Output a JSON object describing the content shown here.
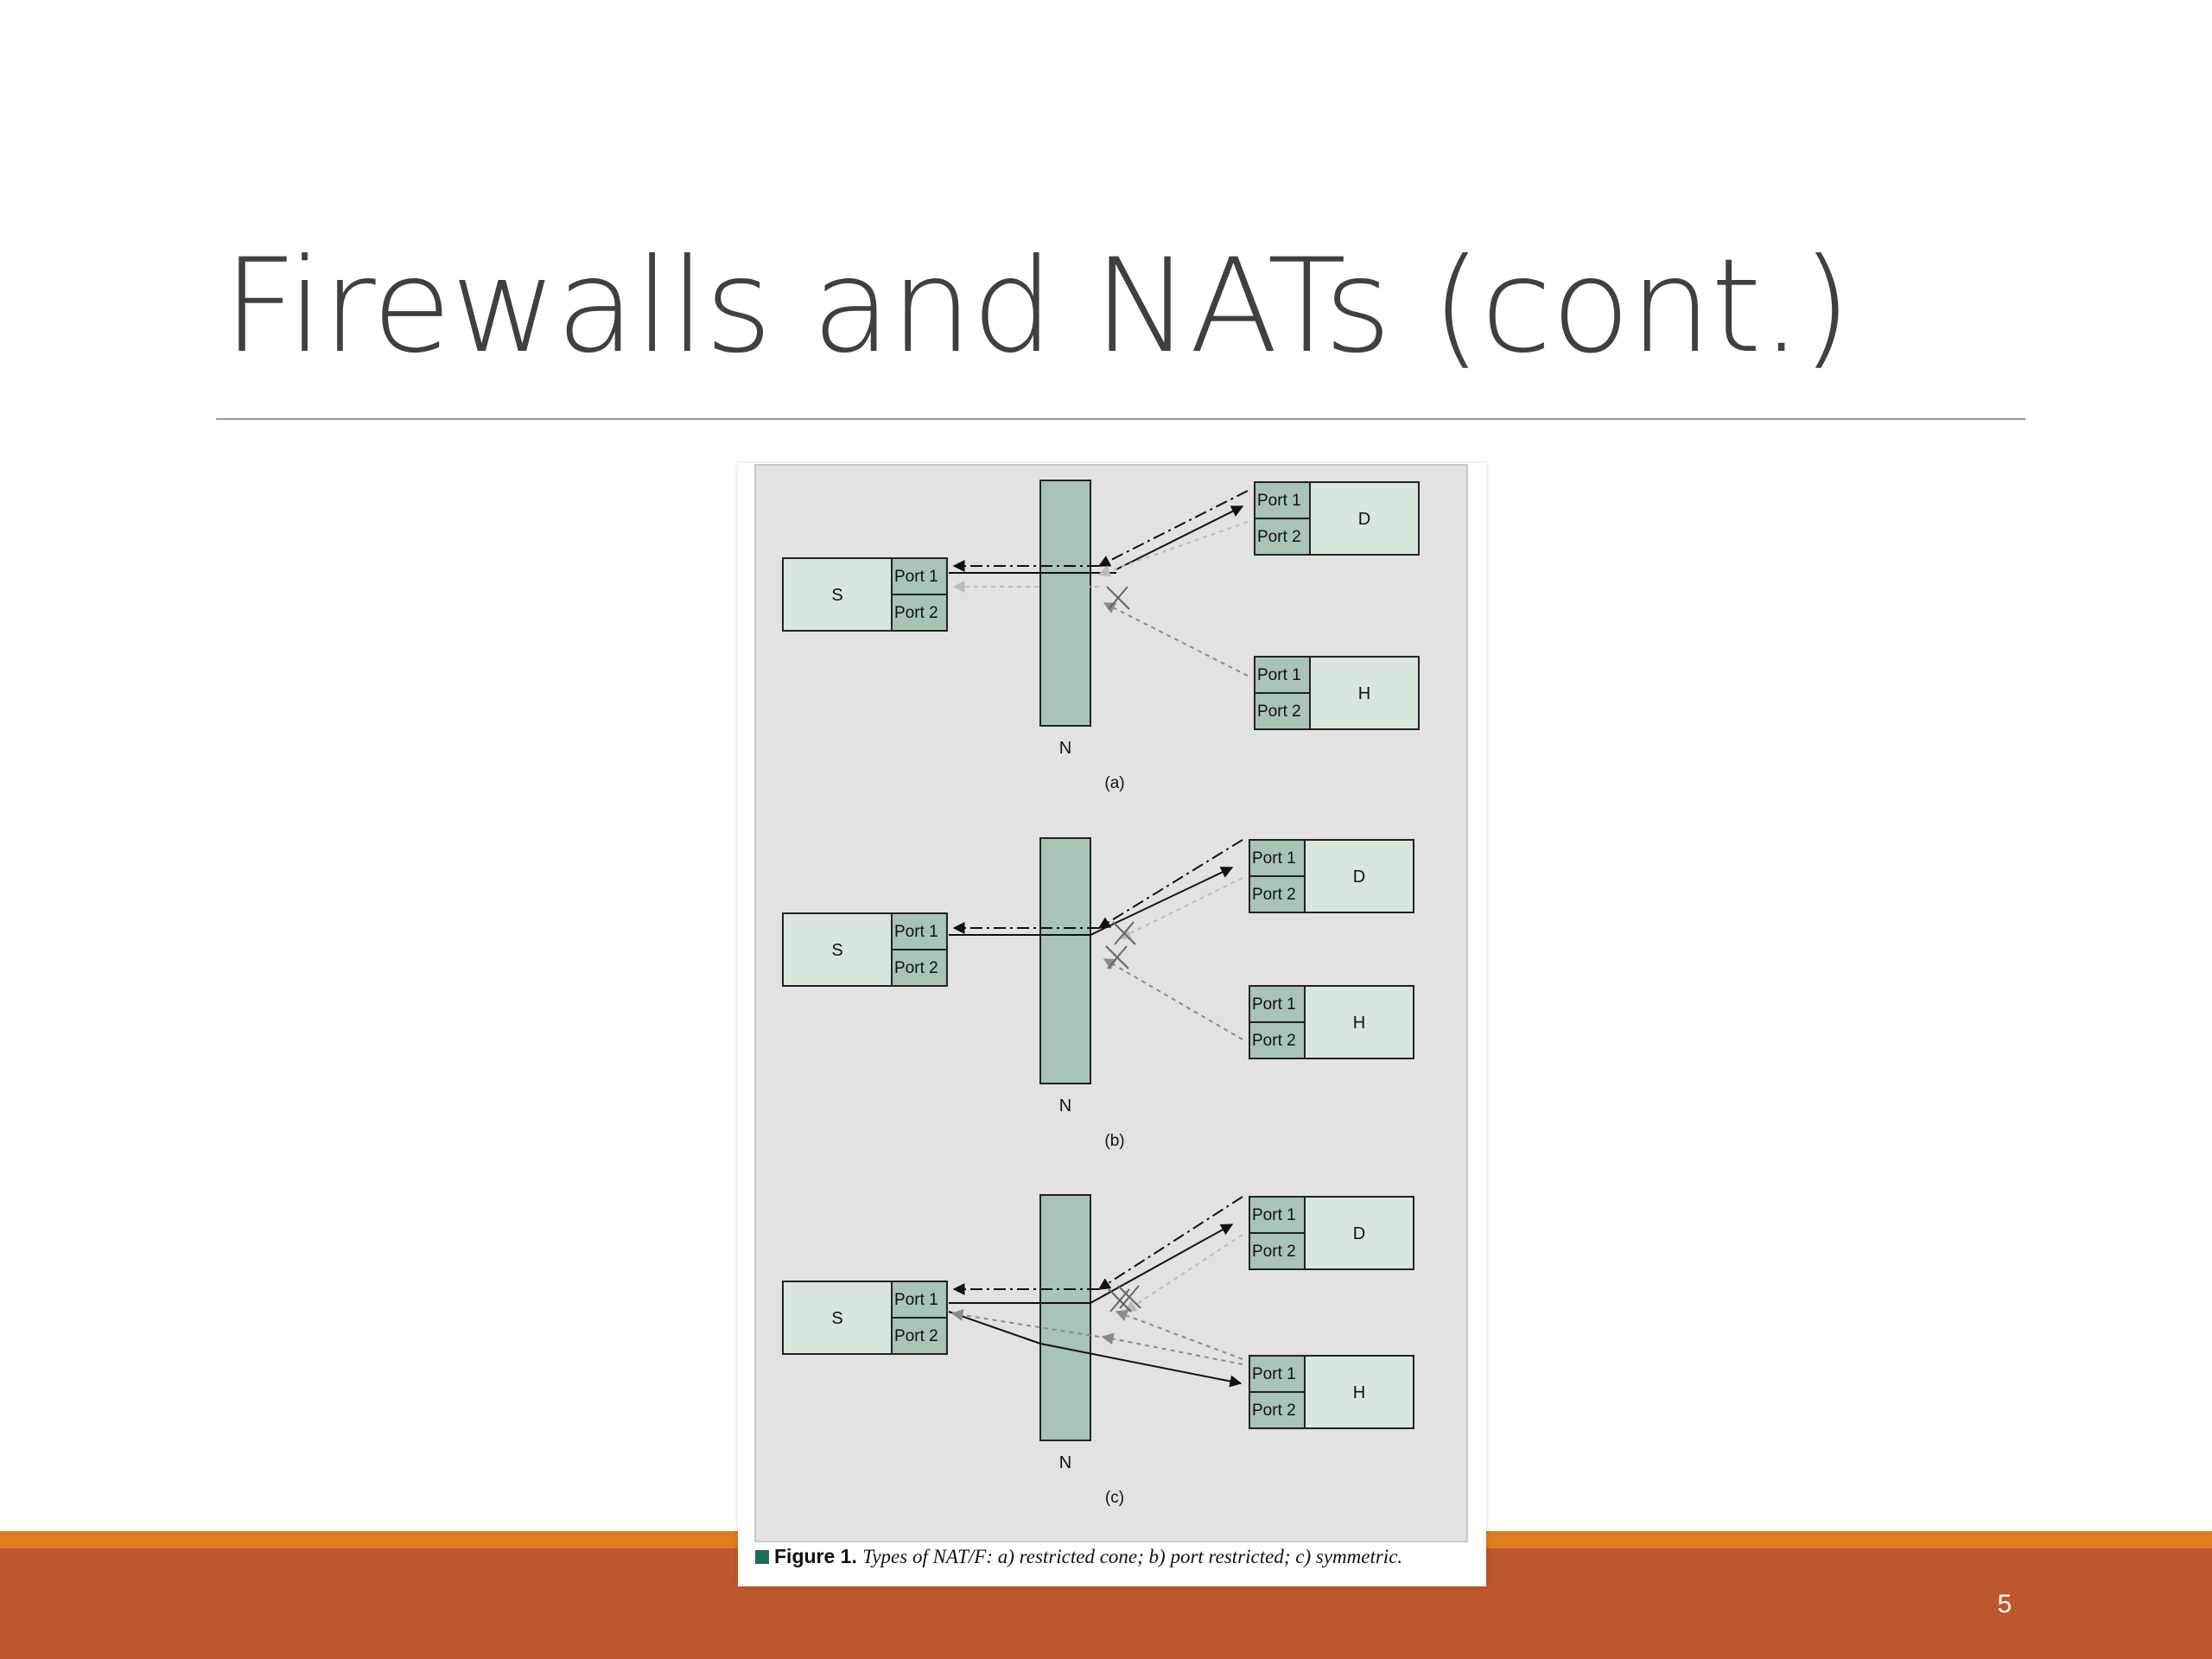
{
  "slide": {
    "title": "Firewalls and NATs (cont.)",
    "number": "5"
  },
  "colors": {
    "accent_band": "#bd582c",
    "accent_stripe": "#e07b22",
    "box_fill": "#d8e6dc",
    "port_fill": "#a8c4b4",
    "nat_fill": "#a8c4b4",
    "figure_bg": "#e2e2e2"
  },
  "figure": {
    "caption_label": "Figure 1.",
    "caption_text": "Types of NAT/F: a) restricted cone; b) port restricted; c) symmetric.",
    "panels": [
      {
        "id": "a",
        "sublabel": "(a)",
        "source": "S",
        "nat": "N",
        "dest": "D",
        "host": "H",
        "ports": [
          "Port 1",
          "Port 2"
        ]
      },
      {
        "id": "b",
        "sublabel": "(b)",
        "source": "S",
        "nat": "N",
        "dest": "D",
        "host": "H",
        "ports": [
          "Port 1",
          "Port 2"
        ]
      },
      {
        "id": "c",
        "sublabel": "(c)",
        "source": "S",
        "nat": "N",
        "dest": "D",
        "host": "H",
        "ports": [
          "Port 1",
          "Port 2"
        ]
      }
    ]
  }
}
